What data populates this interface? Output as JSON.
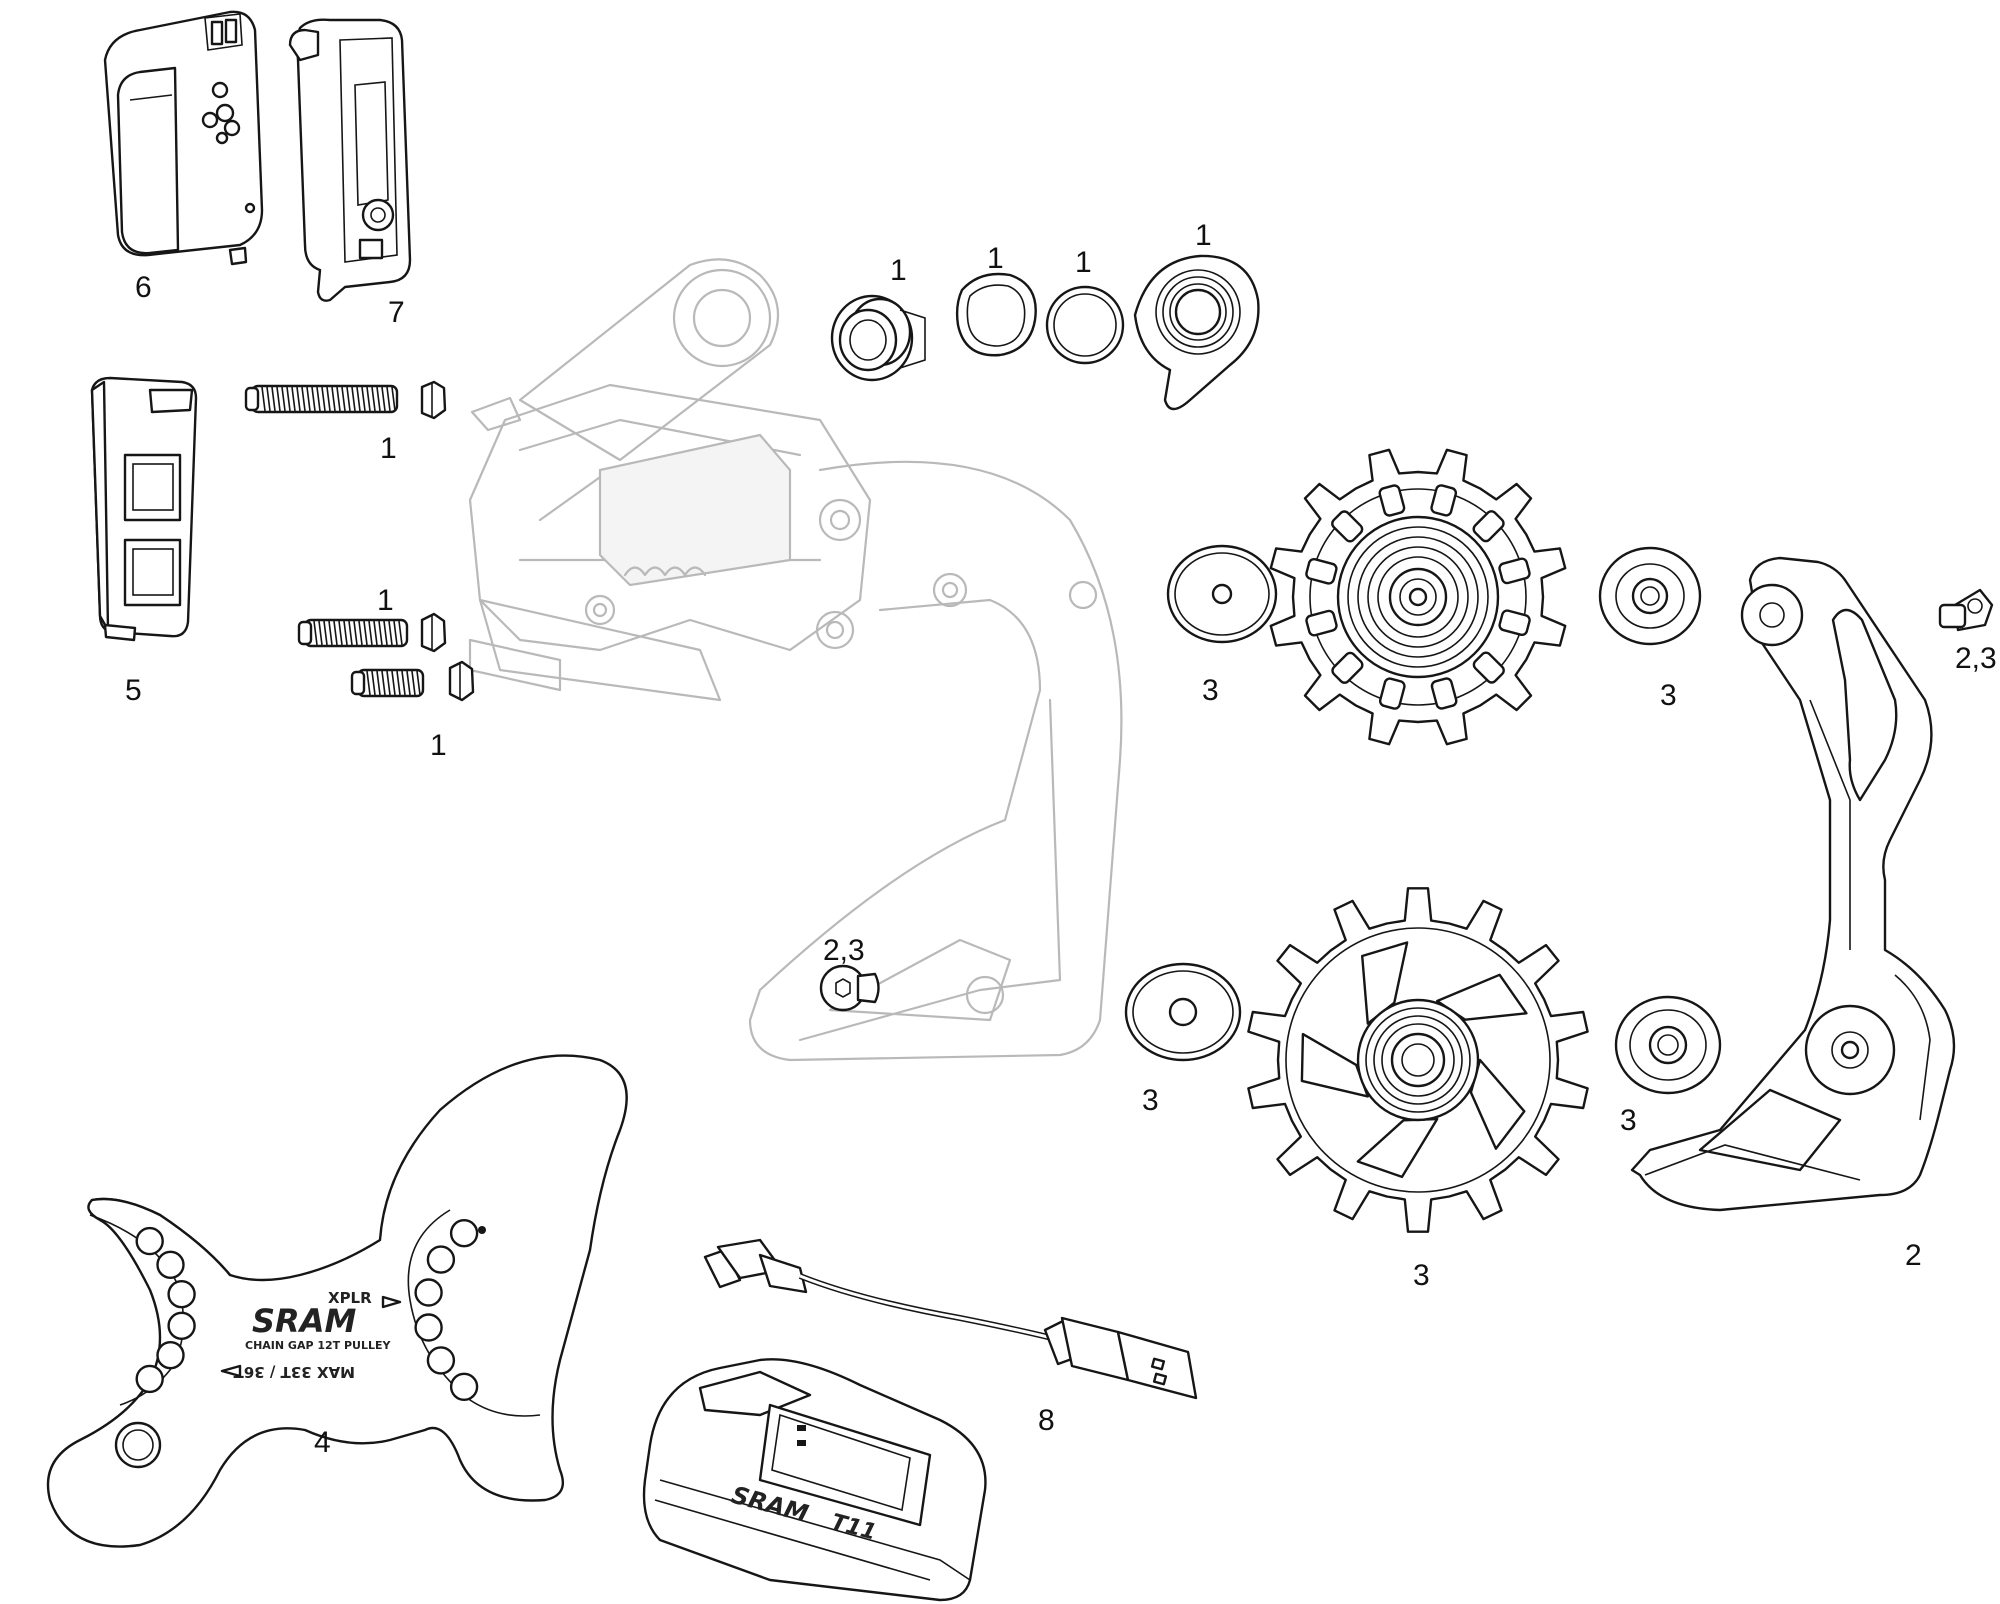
{
  "callouts": {
    "p6": "6",
    "p7": "7",
    "p5": "5",
    "p1_bolt_long": "1",
    "p1_bolt_mid": "1",
    "p1_bolt_short": "1",
    "p1_bushing": "1",
    "p1_washer_wave": "1",
    "p1_washer_flat": "1",
    "p1_spring_cover": "1",
    "p3_top_left_washer": "3",
    "p3_top_right_washer": "3",
    "p3_bottom_left_washer": "3",
    "p3_bottom_pulley": "3",
    "p3_bottom_right_washer": "3",
    "p23_cage_bolt": "2,3",
    "p23_center_bolt": "2,3",
    "p2_cage": "2",
    "p4_tool": "4",
    "p8_charger": "8"
  },
  "tool_text": {
    "xplr": "XPLR",
    "brand": "SRAM",
    "chain_gap": "CHAIN GAP 12T PULLEY",
    "max": "MAX 33T / 36T"
  },
  "charger_text": {
    "brand": "SRAM",
    "model": "T11"
  },
  "colors": {
    "line": "#161616",
    "ghost_line": "#b9b9b9",
    "background": "#ffffff"
  }
}
